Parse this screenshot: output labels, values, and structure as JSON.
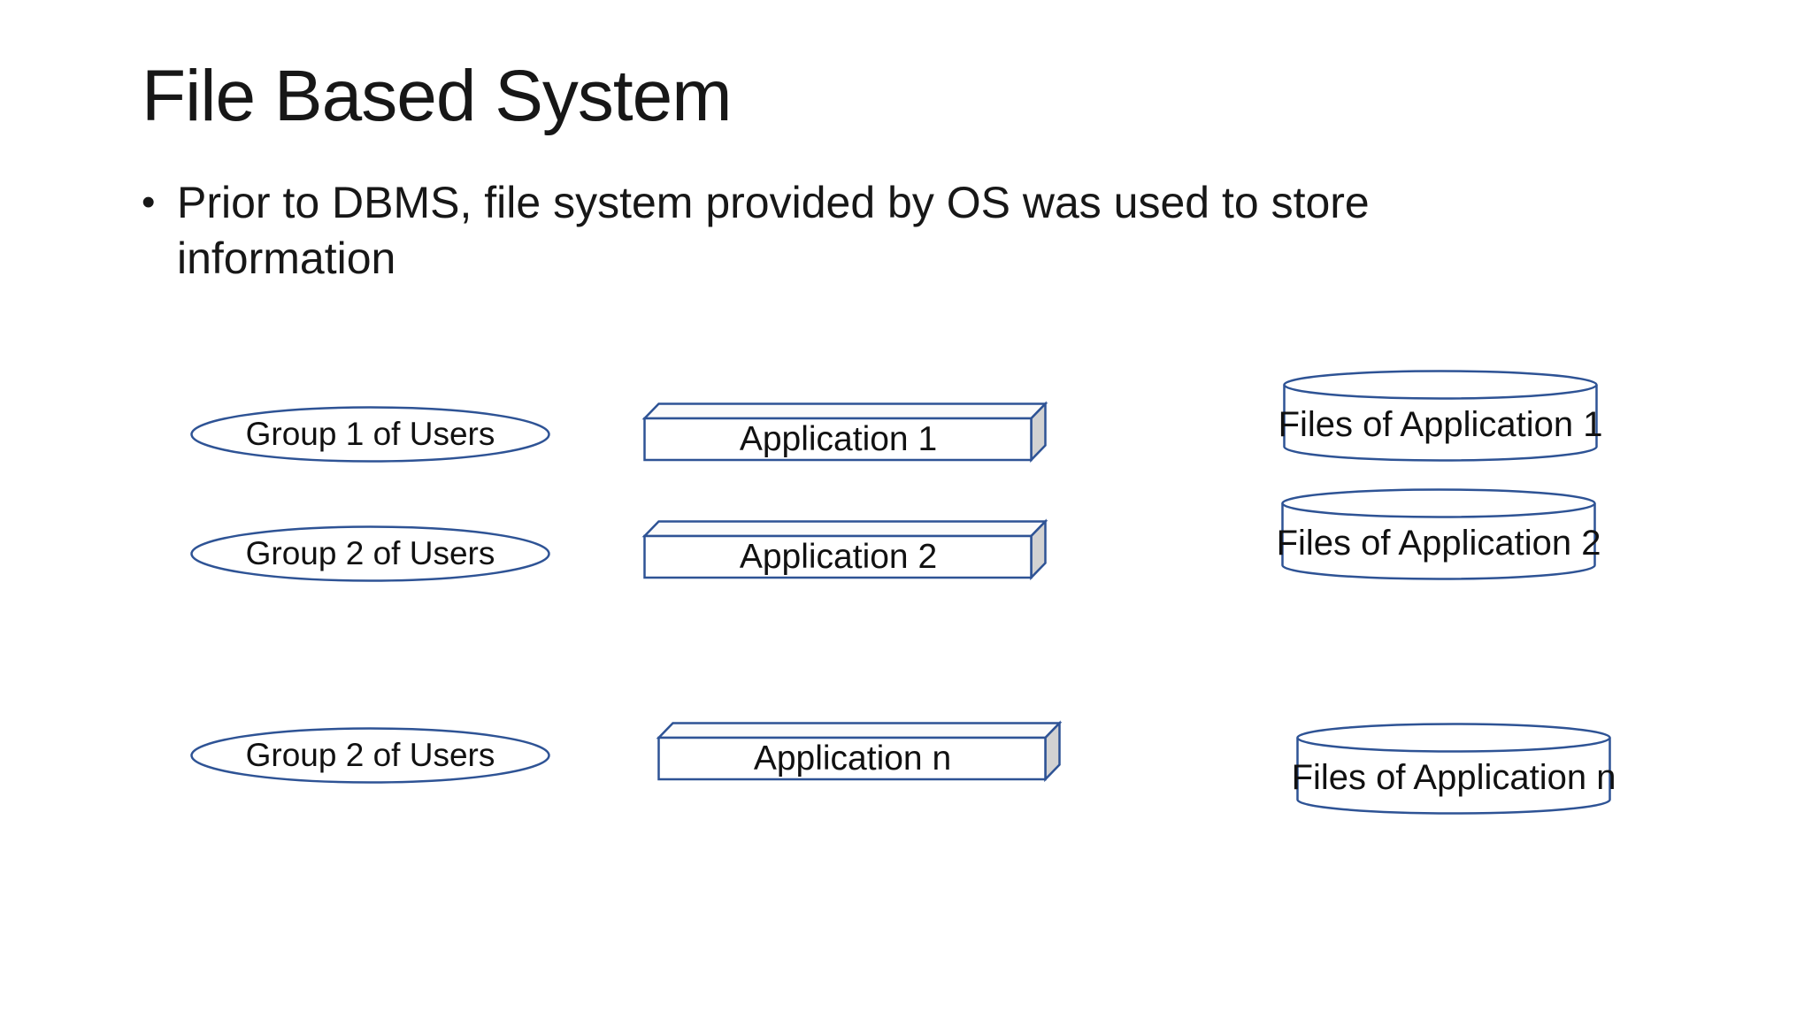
{
  "slide": {
    "title": "File Based System",
    "bullet_marker": "•",
    "bullet": "Prior to DBMS, file system provided by OS was used to store information",
    "colors": {
      "background": "#FFFFFF",
      "shape_outline": "#2E5395",
      "box_side_face": "#D2D2D2",
      "text": "#171717"
    }
  },
  "diagram": {
    "user_groups": [
      {
        "label": "Group 1 of Users"
      },
      {
        "label": "Group 2 of Users"
      },
      {
        "label": "Group 2 of Users"
      }
    ],
    "applications": [
      {
        "label": "Application 1"
      },
      {
        "label": "Application 2"
      },
      {
        "label": "Application n"
      }
    ],
    "files": [
      {
        "label": "Files of Application 1"
      },
      {
        "label": "Files of Application 2"
      },
      {
        "label": "Files of Application n"
      }
    ]
  }
}
